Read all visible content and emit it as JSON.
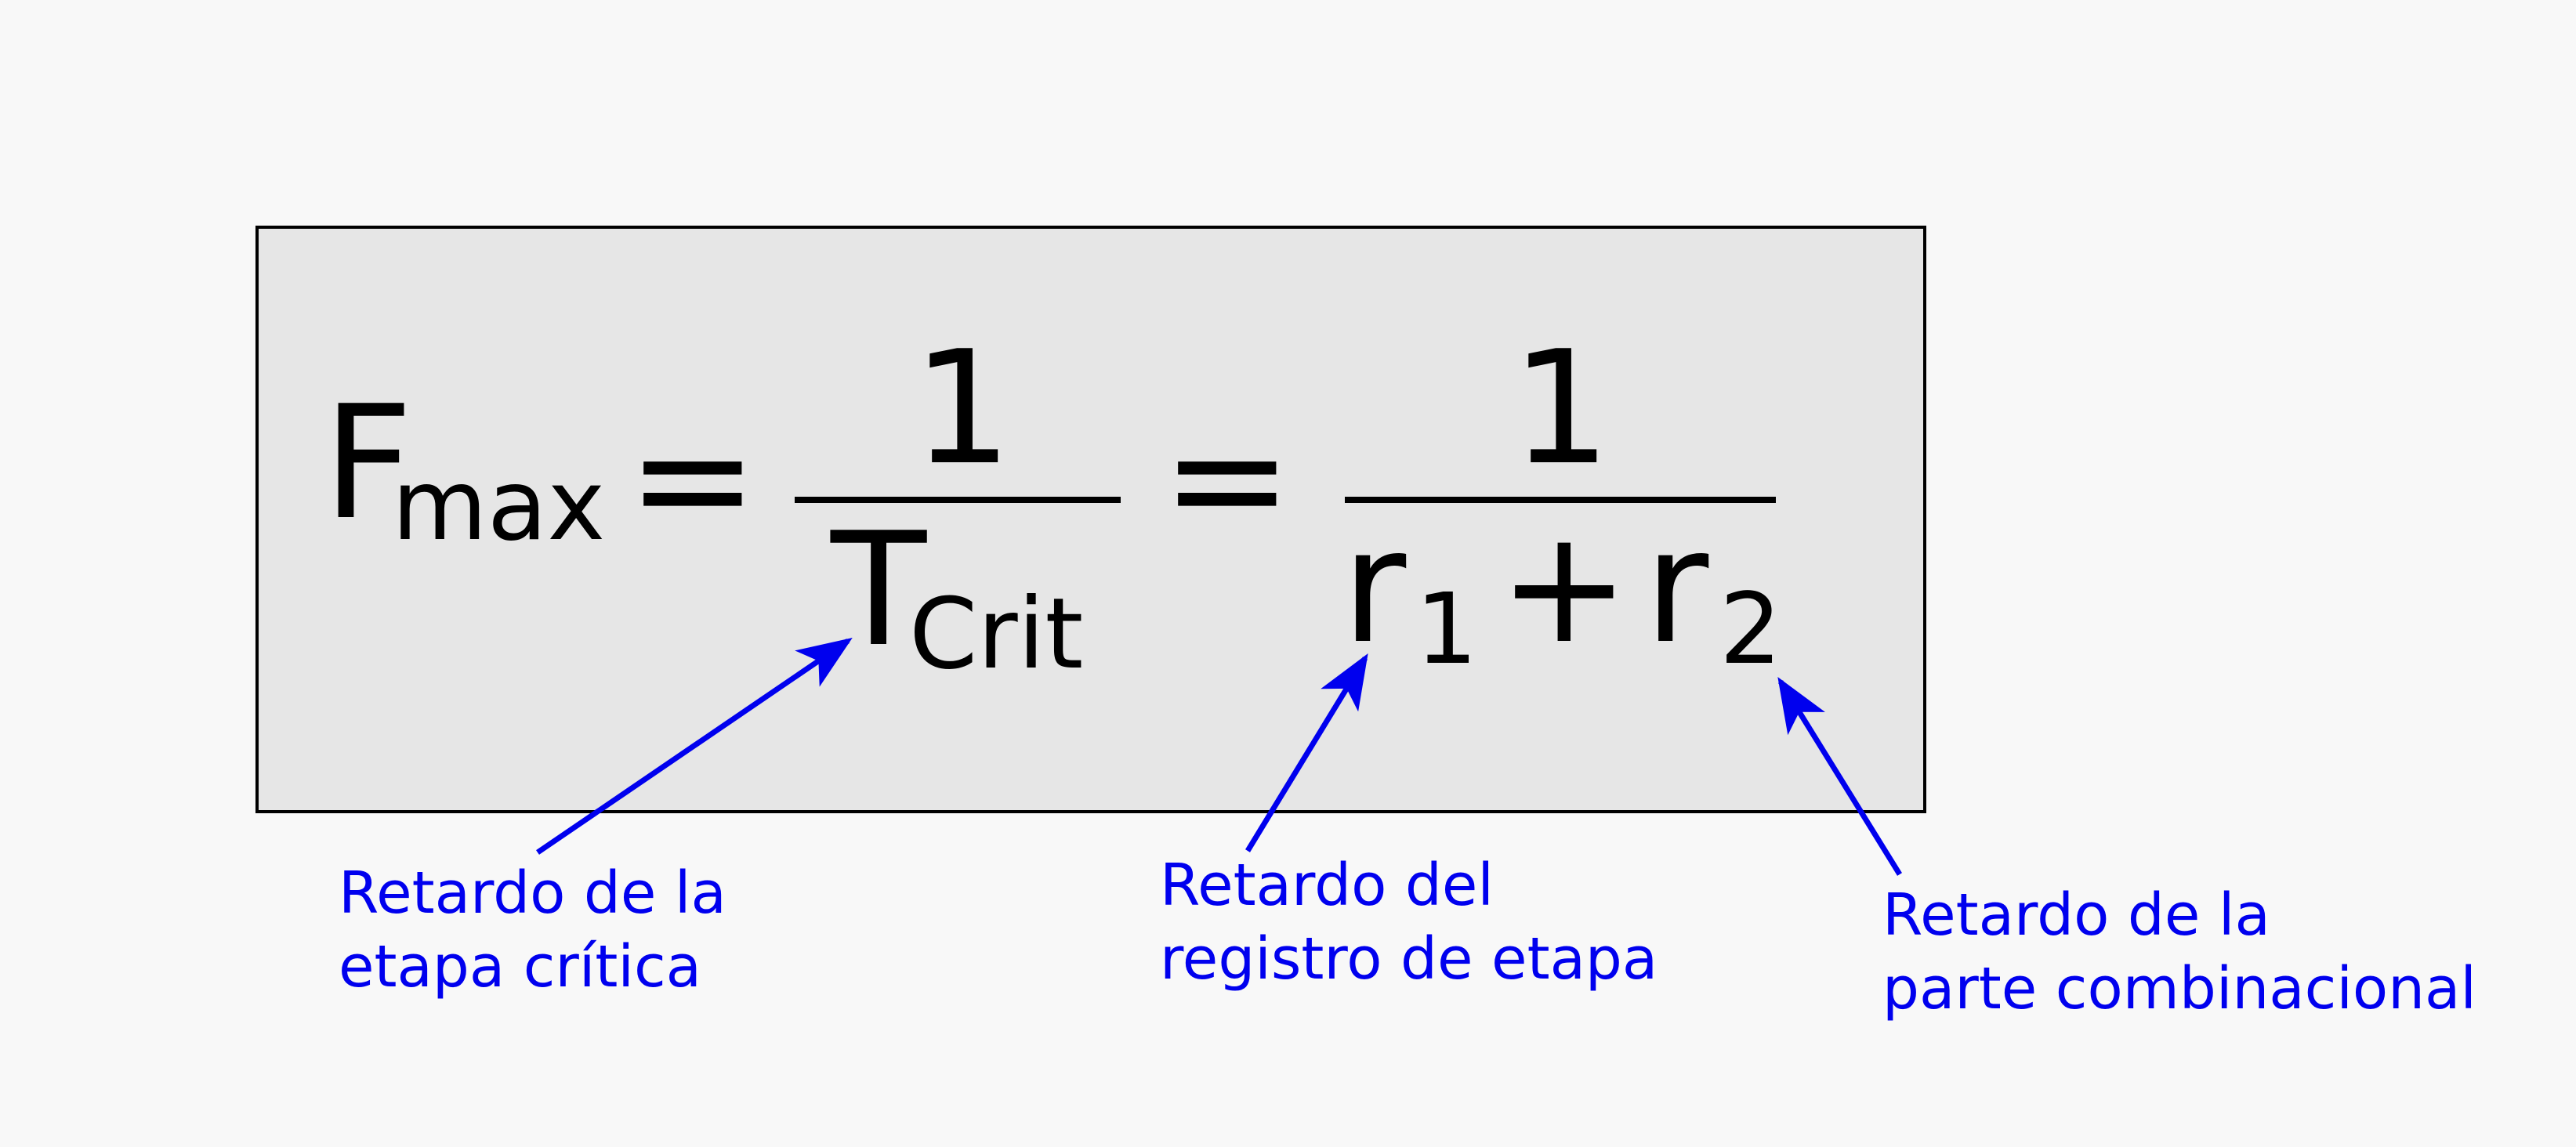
{
  "colors": {
    "background": "#f8f8f8",
    "box_fill": "#e6e6e6",
    "box_stroke": "#000000",
    "formula": "#000000",
    "annotation": "#0000ee"
  },
  "formula": {
    "lhs_main": "F",
    "lhs_sub": "max",
    "equals_1": "=",
    "frac1_num": "1",
    "frac1_den_main": "T",
    "frac1_den_sub": "Crit",
    "equals_2": "=",
    "frac2_num": "1",
    "r1_main": "r",
    "r1_sub": "1",
    "plus": "+",
    "r2_main": "r",
    "r2_sub": "2"
  },
  "annotations": {
    "critical_stage": [
      "Retardo de la",
      "etapa crítica"
    ],
    "stage_register": [
      "Retardo del",
      "registro de etapa"
    ],
    "combinational": [
      "Retardo de la",
      "parte combinacional"
    ]
  }
}
